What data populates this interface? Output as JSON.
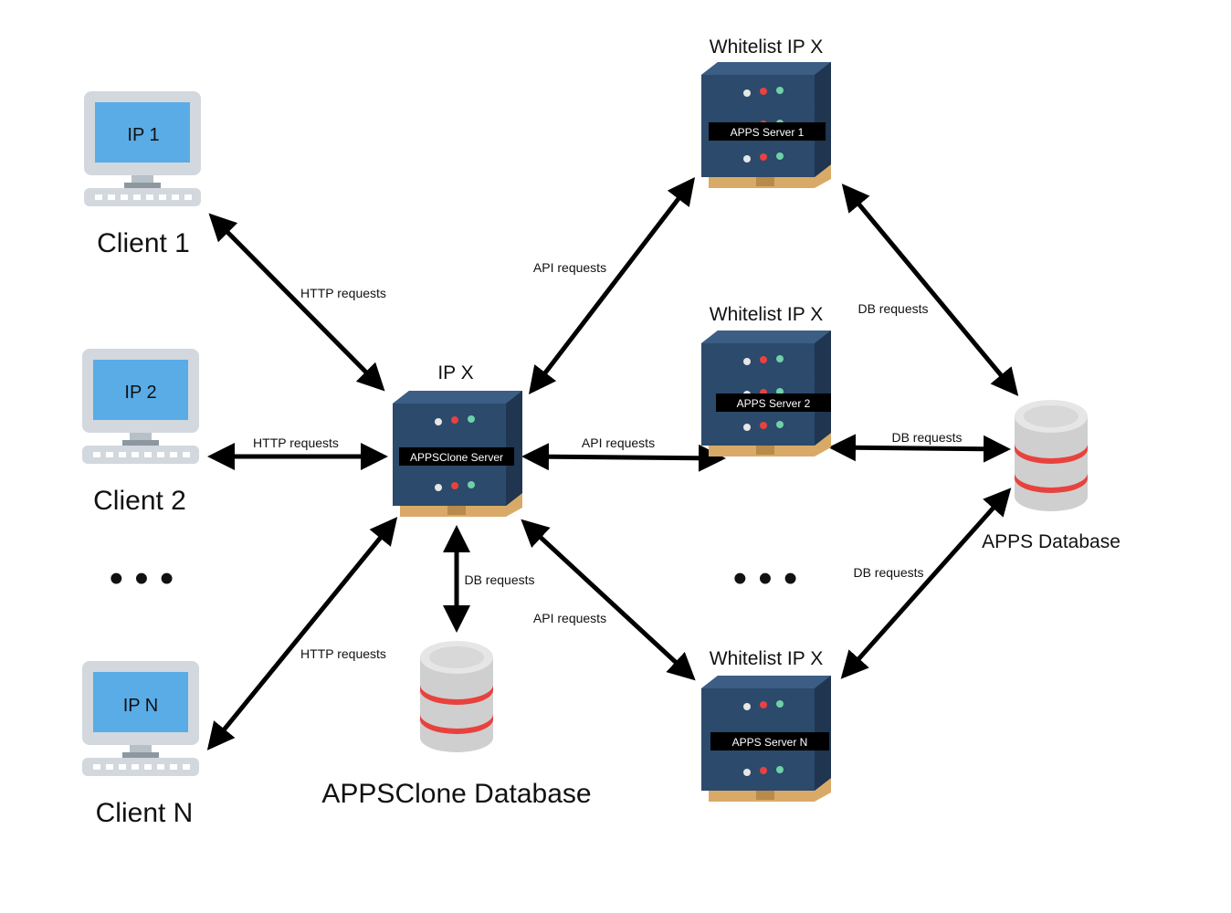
{
  "clients": [
    {
      "ip": "IP 1",
      "label": "Client 1"
    },
    {
      "ip": "IP 2",
      "label": "Client 2"
    },
    {
      "ip": "IP N",
      "label": "Client N"
    }
  ],
  "ellipsis": "• • •",
  "clone_server": {
    "ip_label": "IP X",
    "tag": "APPSClone Server"
  },
  "clone_db": {
    "label": "APPSClone Database"
  },
  "apps_servers": [
    {
      "title": "Whitelist IP X",
      "tag": "APPS Server 1"
    },
    {
      "title": "Whitelist IP X",
      "tag": "APPS Server 2"
    },
    {
      "title": "Whitelist IP X",
      "tag": "APPS Server N"
    }
  ],
  "apps_db": {
    "label": "APPS Database"
  },
  "edges": {
    "http_1": "HTTP requests",
    "http_2": "HTTP requests",
    "http_n": "HTTP requests",
    "api_1": "API requests",
    "api_2": "API requests",
    "api_n": "API requests",
    "db_clone": "DB requests",
    "db_1": "DB requests",
    "db_2": "DB requests",
    "db_n": "DB requests"
  },
  "colors": {
    "monitor_frame": "#d2d8dd",
    "screen": "#5aace6",
    "server_body": "#2c4a6b",
    "server_dark": "#1f3550",
    "pallet": "#d9aa67",
    "db_grey": "#cfcfcf",
    "db_red": "#e8423f",
    "arrow": "#000000"
  }
}
